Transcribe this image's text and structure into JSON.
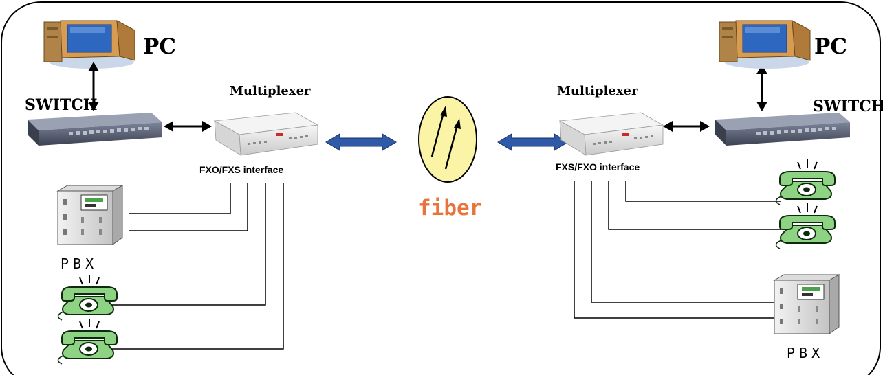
{
  "left": {
    "pc_label": "PC",
    "switch_label": "SWITCH",
    "mux_label": "Multiplexer",
    "interface_label": "FXO/FXS interface",
    "pbx_label": "PBX"
  },
  "right": {
    "pc_label": "PC",
    "switch_label": "SWITCH",
    "mux_label": "Multiplexer",
    "interface_label": "FXS/FXO interface",
    "pbx_label": "PBX"
  },
  "fiber_label": "fiber",
  "colors": {
    "fiber_text": "#e8743b",
    "fiber_fill": "#fbf3a6",
    "phone_green": "#8ed283",
    "link_arrow_blue": "#2f5aa8",
    "pc_monitor": "#e0b07a",
    "pc_screen": "#3b74c9",
    "switch_body": "#5b6377",
    "mux_body": "#e6e6e6"
  },
  "icons": [
    "pc-icon",
    "switch-icon",
    "multiplexer-icon",
    "pbx-icon",
    "phone-icon",
    "fiber-icon"
  ]
}
